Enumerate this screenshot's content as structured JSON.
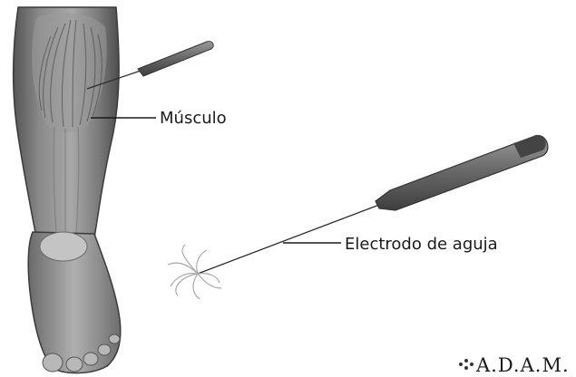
{
  "labels": {
    "muscle": "Músculo",
    "needle_electrode": "Electrodo de aguja"
  },
  "logo": {
    "text": "A.D.A.M."
  },
  "colors": {
    "skin_dark": "#5a5a5a",
    "skin_mid": "#8c8c8c",
    "skin_light": "#c8c8c8",
    "probe": "#6e6e6e",
    "leader_line": "#1a1a1a"
  }
}
